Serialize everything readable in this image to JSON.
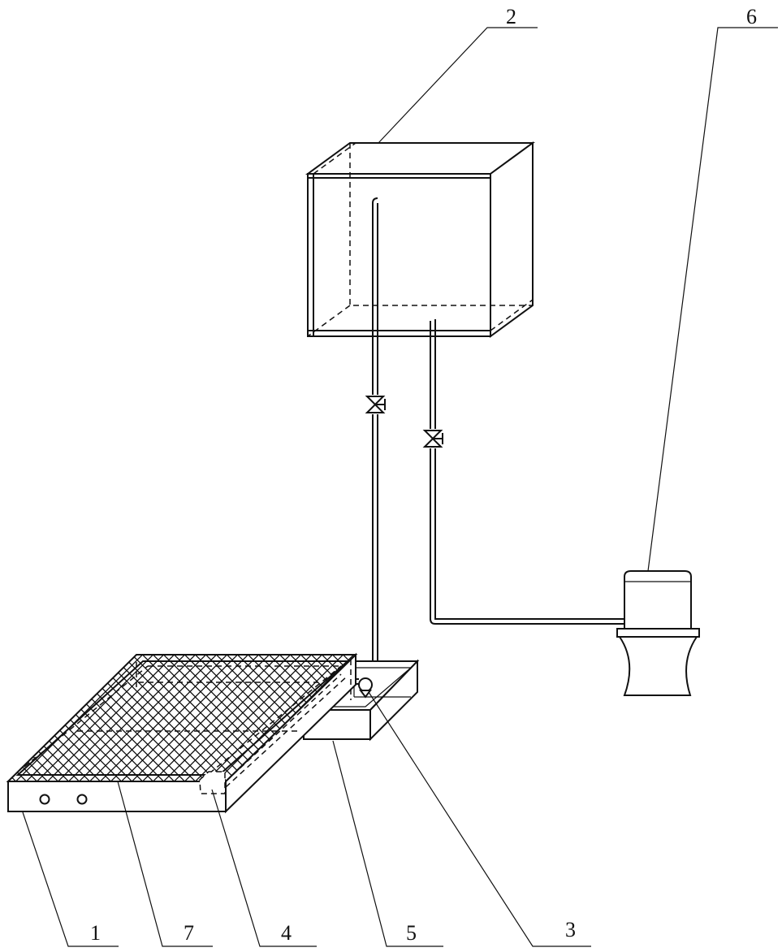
{
  "labels": {
    "base_plate": "1",
    "tank": "2",
    "pump": "3",
    "drain": "4",
    "sump": "5",
    "toilet": "6",
    "grating": "7"
  },
  "colors": {
    "line": "#111111",
    "background": "#ffffff"
  }
}
